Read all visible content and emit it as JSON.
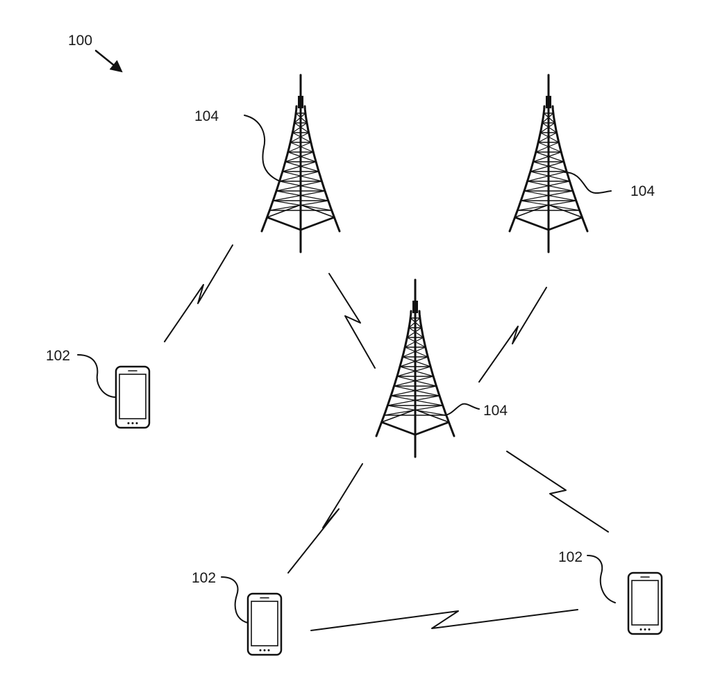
{
  "figure_ref": "100",
  "towers": [
    {
      "ref": "104"
    },
    {
      "ref": "104"
    },
    {
      "ref": "104"
    }
  ],
  "phones": [
    {
      "ref": "102"
    },
    {
      "ref": "102"
    },
    {
      "ref": "102"
    }
  ]
}
